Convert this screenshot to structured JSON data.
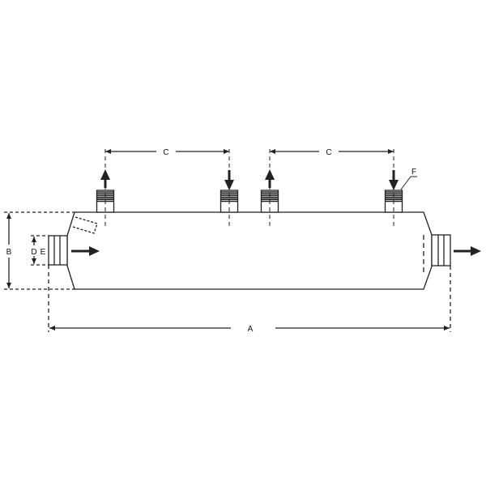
{
  "diagram": {
    "dimension_labels": {
      "A": "A",
      "B": "B",
      "C1": "C",
      "C2": "C",
      "D": "D",
      "E": "E",
      "F": "F"
    },
    "line_color": "#222222",
    "background": "#ffffff"
  }
}
